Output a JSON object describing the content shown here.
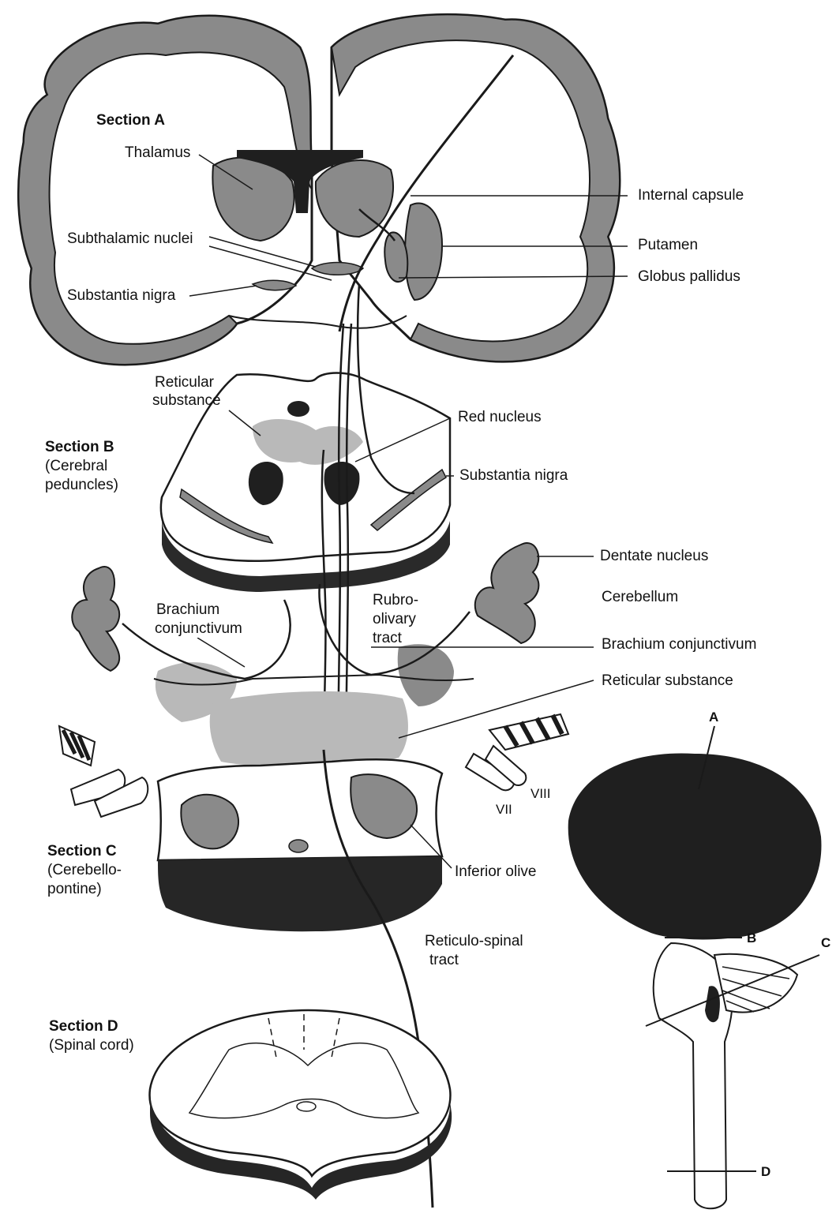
{
  "section_a": {
    "title": "Section A",
    "thalamus": "Thalamus",
    "subthalamic_nuclei": "Subthalamic nuclei",
    "substantia_nigra": "Substantia nigra",
    "internal_capsule": "Internal capsule",
    "putamen": "Putamen",
    "globus_pallidus": "Globus pallidus"
  },
  "section_b": {
    "title": "Section B",
    "subtitle_line1": "(Cerebral",
    "subtitle_line2": "peduncles)",
    "reticular_substance_line1": "Reticular",
    "reticular_substance_line2": "substance",
    "red_nucleus": "Red nucleus",
    "substantia_nigra": "Substantia nigra"
  },
  "cerebellum_region": {
    "dentate_nucleus": "Dentate nucleus",
    "cerebellum": "Cerebellum",
    "brachium_conjunctivum_left_line1": "Brachium",
    "brachium_conjunctivum_left_line2": "conjunctivum",
    "rubro_olivary_line1": "Rubro-",
    "rubro_olivary_line2": "olivary",
    "rubro_olivary_line3": "tract",
    "brachium_conjunctivum_right": "Brachium conjunctivum",
    "reticular_substance": "Reticular substance"
  },
  "section_c": {
    "title": "Section C",
    "subtitle_line1": "(Cerebello-",
    "subtitle_line2": "pontine)",
    "nerve_vii": "VII",
    "nerve_viii": "VIII",
    "inferior_olive": "Inferior olive"
  },
  "tract": {
    "reticulo_spinal_line1": "Reticulo-spinal",
    "reticulo_spinal_line2": "tract"
  },
  "section_d": {
    "title": "Section D",
    "subtitle": "(Spinal cord)"
  },
  "key_diagram": {
    "level_a": "A",
    "level_b": "B",
    "level_c": "C",
    "level_d": "D"
  },
  "colors": {
    "cortex_gray": "#8a8a8a",
    "light_gray": "#b9b9b9",
    "dark": "#222222",
    "ink": "#111111"
  }
}
